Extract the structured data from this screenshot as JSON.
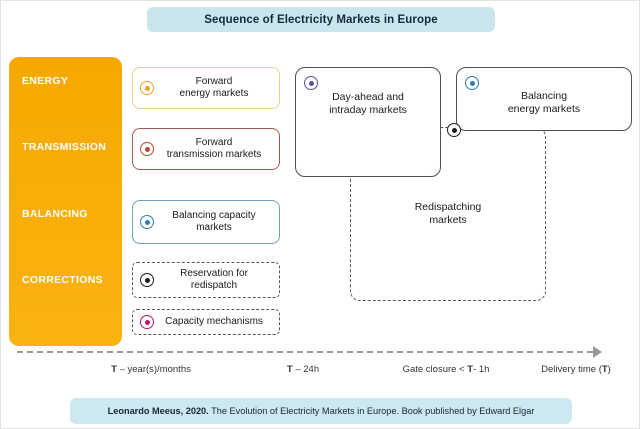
{
  "title": "Sequence of Electricity Markets in Europe",
  "left_panel": {
    "items": [
      "ENERGY",
      "TRANSMISSION",
      "BALANCING",
      "CORRECTIONS"
    ]
  },
  "middle_boxes": [
    {
      "id": "forward-energy-markets",
      "line1": "Forward",
      "line2": "energy markets",
      "icon_color": "#e5a51d",
      "border_color": "#e8d186",
      "border_style": "solid"
    },
    {
      "id": "forward-transmission-markets",
      "line1": "Forward",
      "line2": "transmission markets",
      "icon_color": "#bf4730",
      "border_color": "#a65b50",
      "border_style": "solid"
    },
    {
      "id": "balancing-capacity-markets",
      "line1": "Balancing capacity",
      "line2": "markets",
      "icon_color": "#2e7cb0",
      "border_color": "#6f9fbe",
      "border_style": "solid"
    },
    {
      "id": "reservation-for-redispatch",
      "line1": "Reservation for",
      "line2": "redispatch",
      "icon_color": "#1c1c1c",
      "border_color": "#555555",
      "border_style": "dashed"
    },
    {
      "id": "capacity-mechanisms",
      "line1": "Capacity mechanisms",
      "line2": "",
      "icon_color": "#c0156b",
      "border_color": "#555555",
      "border_style": "dashed"
    }
  ],
  "right_boxes": {
    "day_ahead": {
      "line1": "Day-ahead and",
      "line2": "intraday markets",
      "icon_color": "#5b4f9e",
      "border_style": "solid"
    },
    "balancing_energy": {
      "line1": "Balancing",
      "line2": "energy markets",
      "icon_color": "#2e7cb0",
      "border_style": "solid"
    },
    "redispatching": {
      "line1": "Redispatching",
      "line2": "markets",
      "icon_color": "#1c1c1c",
      "border_style": "dashed"
    }
  },
  "timeline": {
    "labels": [
      {
        "pre": "",
        "bold": "T",
        "rest": " – year(s)/months"
      },
      {
        "pre": "",
        "bold": "T",
        "rest": " – 24h"
      },
      {
        "pre": "Gate closure < ",
        "bold": "T",
        "rest": "- 1h"
      },
      {
        "pre": "Delivery time (",
        "bold": "T",
        "rest": ")"
      }
    ]
  },
  "footer": {
    "bold": "Leonardo Meeus, 2020.",
    "rest": " The Evolution of Electricity Markets in Europe. Book published by Edward Elgar"
  },
  "colors": {
    "banner_bg": "#c9e6ed",
    "panel_bg": "#f8a900",
    "title_text": "#14293c",
    "timeline_gray": "#9a9a9a"
  }
}
